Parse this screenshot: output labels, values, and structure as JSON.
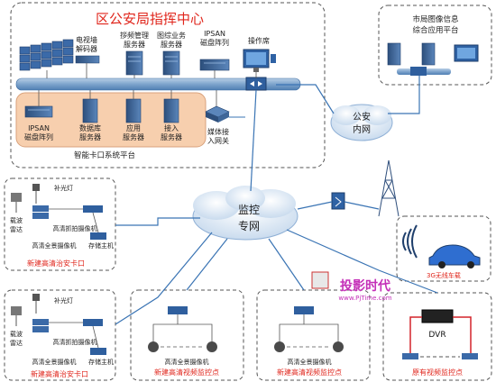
{
  "command_center": {
    "title": "区公安局指挥中心",
    "devices": {
      "tv_wall_decoder": [
        "电视墙",
        "解码器"
      ],
      "nav_server": [
        "拶频管理",
        "服务器"
      ],
      "graphic_server": [
        "图综业务",
        "服务器"
      ],
      "ipsan_array": [
        "IPSAN",
        "磁盘阵列"
      ],
      "operator_seat": "操作席",
      "ipsan_small": [
        "IPSAN",
        "磁盘阵列"
      ],
      "db_server": [
        "数据库",
        "服务器"
      ],
      "app_server": [
        "应用",
        "服务器"
      ],
      "access_server": [
        "接入",
        "服务器"
      ],
      "media_gateway": [
        "媒体接",
        "入网关"
      ]
    },
    "platform_label": "智能卡口系统平台"
  },
  "city_platform": {
    "title": [
      "市局图像信息",
      "综合应用平台"
    ]
  },
  "networks": {
    "police_intranet": [
      "公安",
      "内网"
    ],
    "monitor_network": [
      "监控",
      "专网"
    ]
  },
  "checkpoint_top": {
    "fill_light": "补光灯",
    "radar": [
      "载波",
      "雷达"
    ],
    "capture_cam": "高清抓拍摄像机",
    "panorama_cam": "高清全景摄像机",
    "storage_host": "存储主机",
    "title": "新建高清治安卡口"
  },
  "checkpoint_bottom": {
    "fill_light": "补光灯",
    "radar": [
      "载波",
      "雷达"
    ],
    "capture_cam": "高清抓拍摄像机",
    "panorama_cam": "高清全景摄像机",
    "storage_host": "存储主机",
    "title": "新建高清治安卡口"
  },
  "monitor_point_1": {
    "camera_label": "高清全景摄像机",
    "title": "新建高清视频监控点"
  },
  "monitor_point_2": {
    "camera_label": "高清全景摄像机",
    "title": "新建高清视频监控点"
  },
  "wireless": {
    "label": "3G无线车载"
  },
  "legacy": {
    "dvr": "DVR",
    "title": "原有视频监控点"
  },
  "watermark": {
    "brand": "投影时代",
    "url": "www.PjTime.com"
  },
  "colors": {
    "title_red": "#e0261c",
    "line_blue": "#3a74b4",
    "platform_fill": "#f7cfae",
    "wire_red": "#d3232a"
  }
}
